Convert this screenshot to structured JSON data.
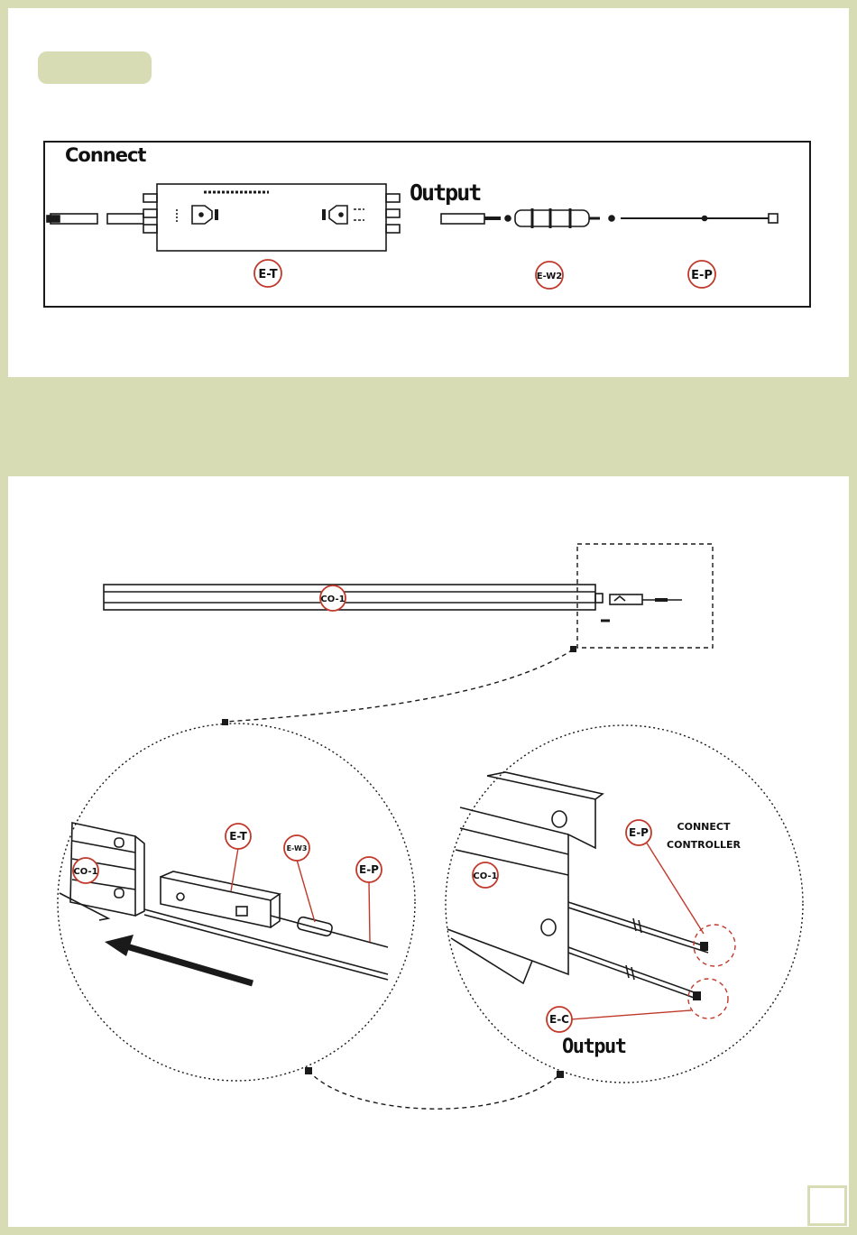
{
  "top_panel": {
    "title": "Connect",
    "output_label": "Output",
    "callouts": {
      "driver": "E-T",
      "connector": "E-W2",
      "plug": "E-P"
    }
  },
  "overview": {
    "profile_callout": "CO-1"
  },
  "detail_left": {
    "profile_callout": "CO-1",
    "driver_callout": "E-T",
    "connector_callout": "E-W3",
    "plug_callout": "E-P"
  },
  "detail_right": {
    "profile_callout": "CO-1",
    "plug_callout": "E-P",
    "note_line1": "CONNECT",
    "note_line2": "CONTROLLER",
    "cable_callout": "E-C",
    "output_label": "Output"
  },
  "colors": {
    "accent_green": "#d7dcb4",
    "callout_red": "#c0392b",
    "line_dark": "#1a1a1a"
  }
}
